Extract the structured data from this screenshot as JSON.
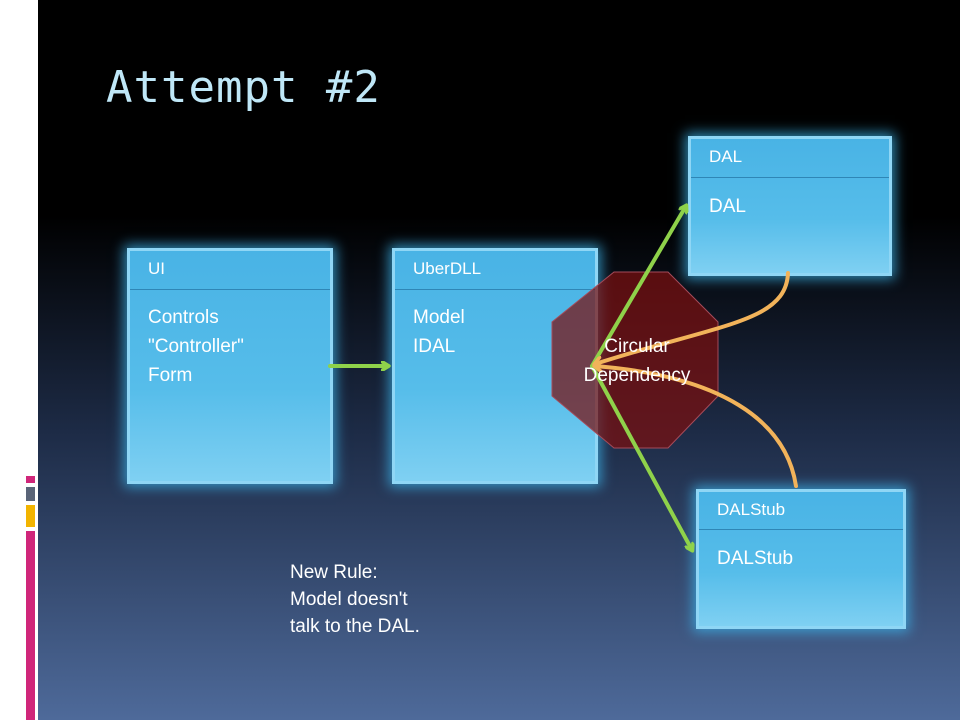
{
  "title": "Attempt #2",
  "boxes": {
    "ui": {
      "header": "UI",
      "body": "Controls\n\"Controller\"\nForm"
    },
    "uberdll": {
      "header": "UberDLL",
      "body": "Model\nIDAL"
    },
    "dal": {
      "header": "DAL",
      "body": "DAL"
    },
    "dalstub": {
      "header": "DALStub",
      "body": "DALStub"
    }
  },
  "circular_label": "Circular\nDependency",
  "new_rule": "New Rule:\nModel doesn't\ntalk to the DAL.",
  "colors": {
    "box_fill": "#49b3e5",
    "box_glow": "#3cb4eb",
    "title": "#bfe7f7",
    "green_arrow": "#8fd24a",
    "orange_arrow": "#f2b35a",
    "stop_octagon": "#7a0f0f",
    "accent_pink": "#d0267a",
    "accent_gold": "#f2b400"
  }
}
